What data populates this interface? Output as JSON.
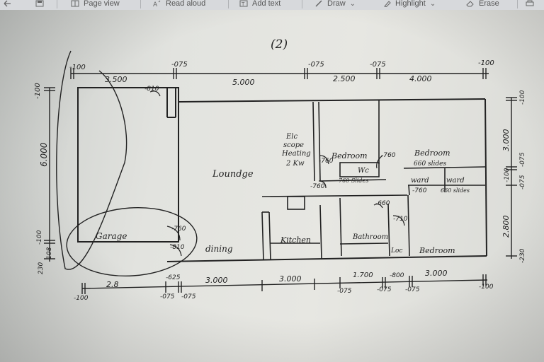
{
  "toolbar": {
    "items": [
      {
        "label": "Page view"
      },
      {
        "label": "Read aloud"
      },
      {
        "label": "Add text"
      },
      {
        "label": "Draw"
      },
      {
        "label": "Highlight"
      },
      {
        "label": "Erase"
      }
    ]
  },
  "plan": {
    "page_number": "(2)",
    "top_dims": [
      "-100",
      "3.500",
      "-075",
      "5.000",
      "-075",
      "2.500",
      "-075",
      "4.000",
      "-100"
    ],
    "bottom_dims": [
      "2.8",
      "-625",
      "3.000",
      "3.000",
      "1.700",
      "-800",
      "3.000"
    ],
    "bottom_small": [
      "-100",
      "-075",
      "-075",
      "-075",
      "-075",
      "-075",
      "-100"
    ],
    "left_dims": [
      "-100",
      "6.000",
      "-100",
      "-108",
      "230"
    ],
    "right_dims": [
      "-100",
      "3.000",
      "-075",
      "-100",
      "-075",
      "2.800",
      "-230"
    ],
    "rooms": {
      "lounge": "Loundge",
      "garage": "Garage",
      "dining": "dining",
      "kitchen": "Kitchen",
      "bathroom": "Bathroom",
      "wc": "Wc",
      "bedroom1": "Bedroom",
      "bedroom2": "Bedroom",
      "bedroom3": "Bedroom",
      "wardrobe1": "ward",
      "wardrobe2": "ward",
      "loc": "Loc"
    },
    "notes": {
      "elec1": "Elc",
      "elec2": "scope",
      "elec3": "Heating",
      "elec4": "2 Kw",
      "slides1": "660 slides",
      "slides2": "760 Slides",
      "slides3": "660 slides"
    },
    "door_labels": [
      "-810",
      "-760",
      "-760",
      "-760",
      "-660",
      "-760",
      "-760",
      "-710",
      "-810"
    ]
  }
}
